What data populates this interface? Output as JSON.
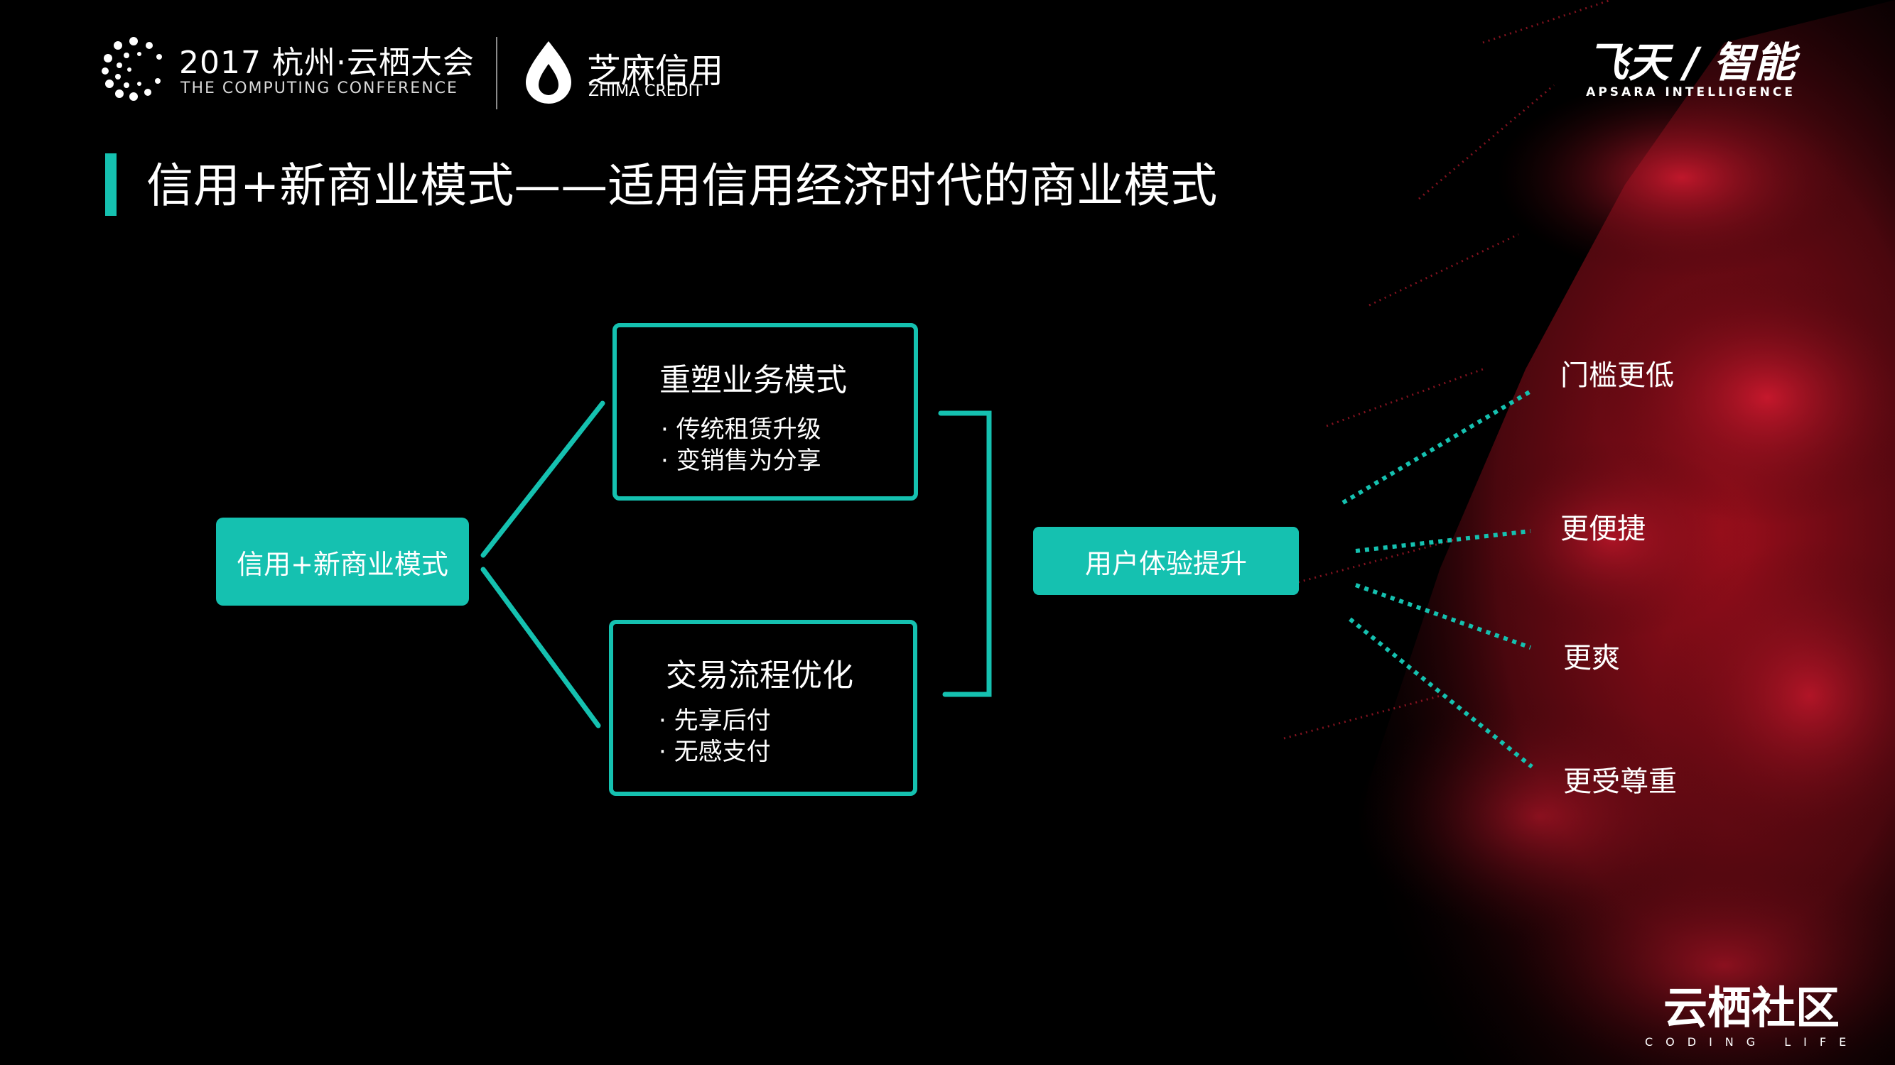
{
  "colors": {
    "accent": "#15c1b0",
    "background": "#000000",
    "decor_red": "#c0122a",
    "text": "#ffffff"
  },
  "header": {
    "conference_title": "2017 杭州·云栖大会",
    "conference_subtitle": "THE COMPUTING CONFERENCE",
    "conference_icon": "conference-ring-icon",
    "zhima_title": "芝麻信用",
    "zhima_subtitle": "ZHIMA CREDIT",
    "zhima_icon": "zhima-drop-icon",
    "apsara_title": "飞天 / 智能",
    "apsara_subtitle": "APSARA INTELLIGENCE"
  },
  "title": "信用+新商业模式——适用信用经济时代的商业模式",
  "diagram": {
    "root": "信用+新商业模式",
    "branches": [
      {
        "title": "重塑业务模式",
        "items": [
          "· 传统租赁升级",
          "· 变销售为分享"
        ]
      },
      {
        "title": "交易流程优化",
        "items": [
          "· 先享后付",
          "· 无感支付"
        ]
      }
    ],
    "result": "用户体验提升",
    "benefits": [
      "门槛更低",
      "更便捷",
      "更爽",
      "更受尊重"
    ]
  },
  "footer": {
    "yunqi_title": "云栖社区",
    "yunqi_subtitle": "CODING LIFE"
  }
}
